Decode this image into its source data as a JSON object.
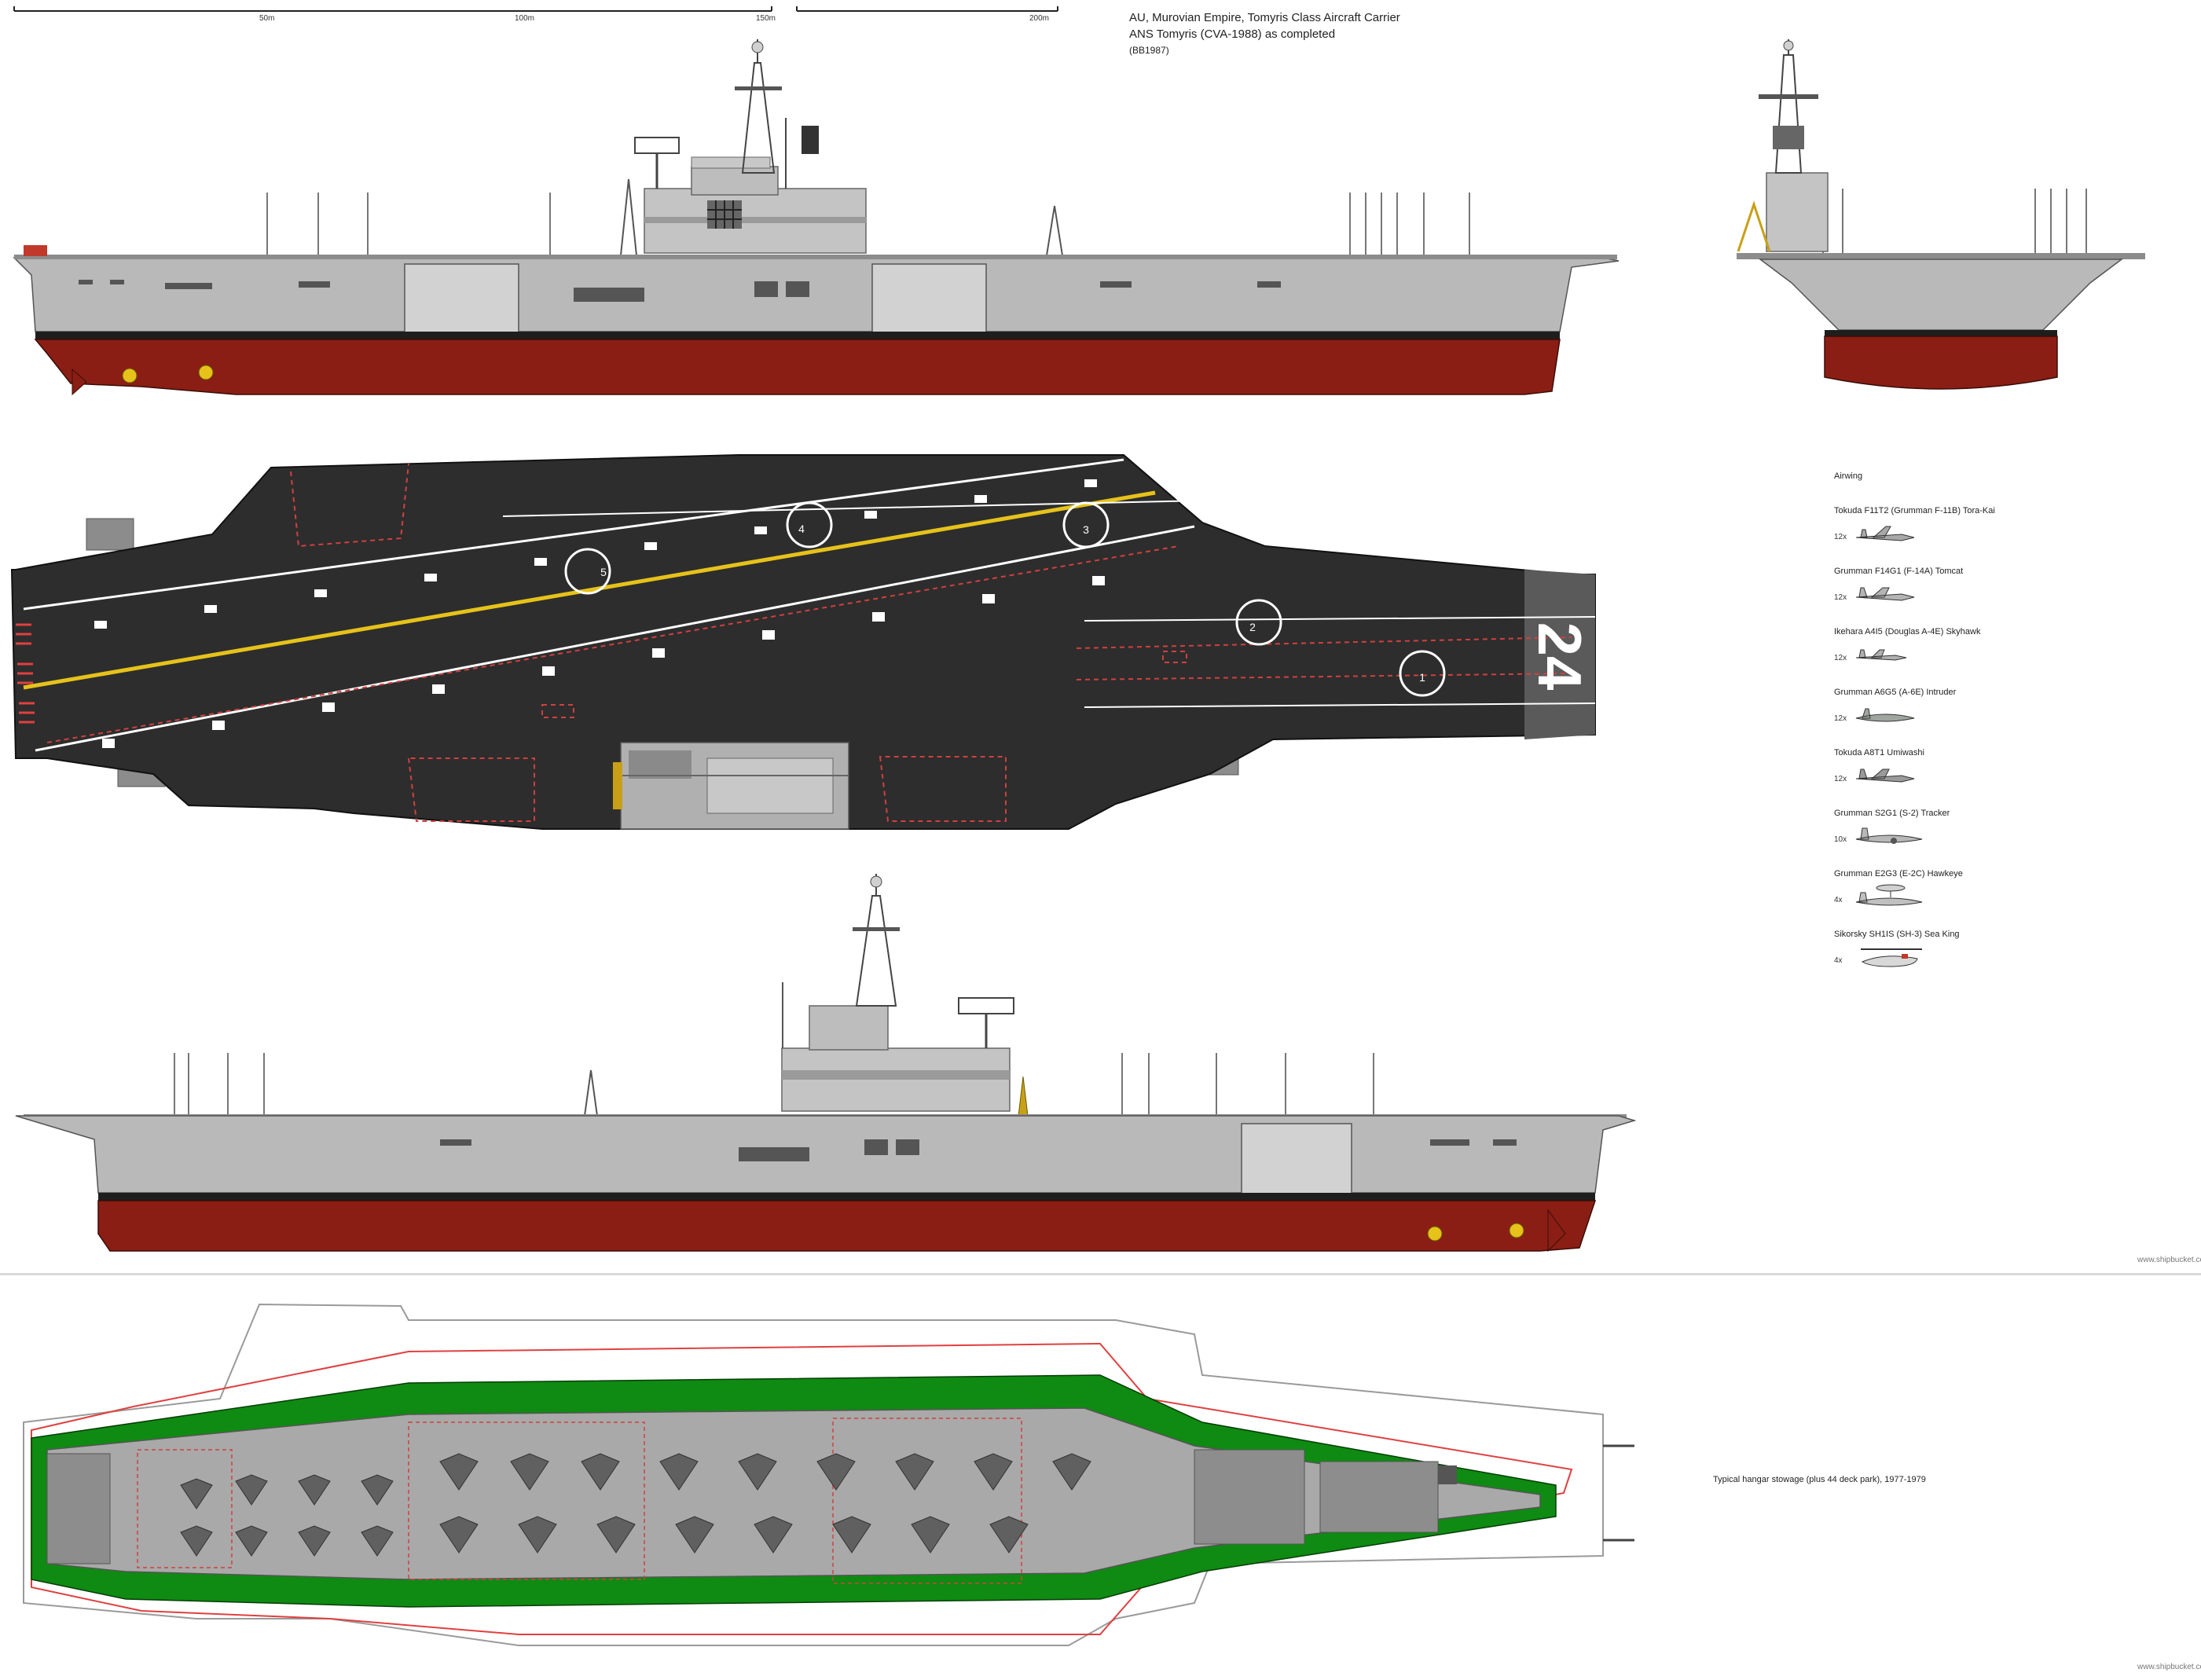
{
  "title": {
    "line1": "AU, Murovian Empire, Tomyris Class Aircraft Carrier",
    "line2": "ANS Tomyris (CVA-1988) as completed",
    "line3": "(BB1987)"
  },
  "scale": {
    "labels": [
      "50m",
      "100m",
      "150m",
      "200m"
    ]
  },
  "hull_number": "24",
  "airwing": {
    "heading": "Airwing",
    "aircraft": [
      {
        "name": "Tokuda F11T2 (Grumman F-11B) Tora-Kai",
        "count": "12x",
        "icon": "fighter-jet-icon"
      },
      {
        "name": "Grumman F14G1 (F-14A) Tomcat",
        "count": "12x",
        "icon": "swing-wing-fighter-icon"
      },
      {
        "name": "Ikehara A4I5 (Douglas A-4E) Skyhawk",
        "count": "12x",
        "icon": "light-attack-jet-icon"
      },
      {
        "name": "Grumman A6G5 (A-6E) Intruder",
        "count": "12x",
        "icon": "attack-jet-icon"
      },
      {
        "name": "Tokuda A8T1 Umiwashi",
        "count": "12x",
        "icon": "attack-jet-icon"
      },
      {
        "name": "Grumman S2G1 (S-2) Tracker",
        "count": "10x",
        "icon": "twin-prop-aircraft-icon"
      },
      {
        "name": "Grumman E2G3 (E-2C) Hawkeye",
        "count": "4x",
        "icon": "awacs-aircraft-icon"
      },
      {
        "name": "Sikorsky SH1IS (SH-3) Sea King",
        "count": "4x",
        "icon": "helicopter-icon"
      }
    ]
  },
  "hangar": {
    "caption": "Typical hangar stowage (plus 44 deck park), 1977-1979"
  },
  "watermarks": [
    "www.shipbucket.com",
    "www.shipbucket.com"
  ],
  "colors": {
    "hull_grey": "#b9b9b9",
    "hull_dark_grey": "#8c8c8c",
    "antifouling_red": "#8a1e14",
    "boot_black": "#1e1e1e",
    "flight_deck": "#2d2d2d",
    "deck_marking_white": "#ffffff",
    "centerline_yellow": "#e6c21a",
    "safety_red_dash": "#d04040",
    "hangar_green": "#0f8a12",
    "hangar_floor": "#a9a9a9",
    "outline_red": "#e04040"
  }
}
